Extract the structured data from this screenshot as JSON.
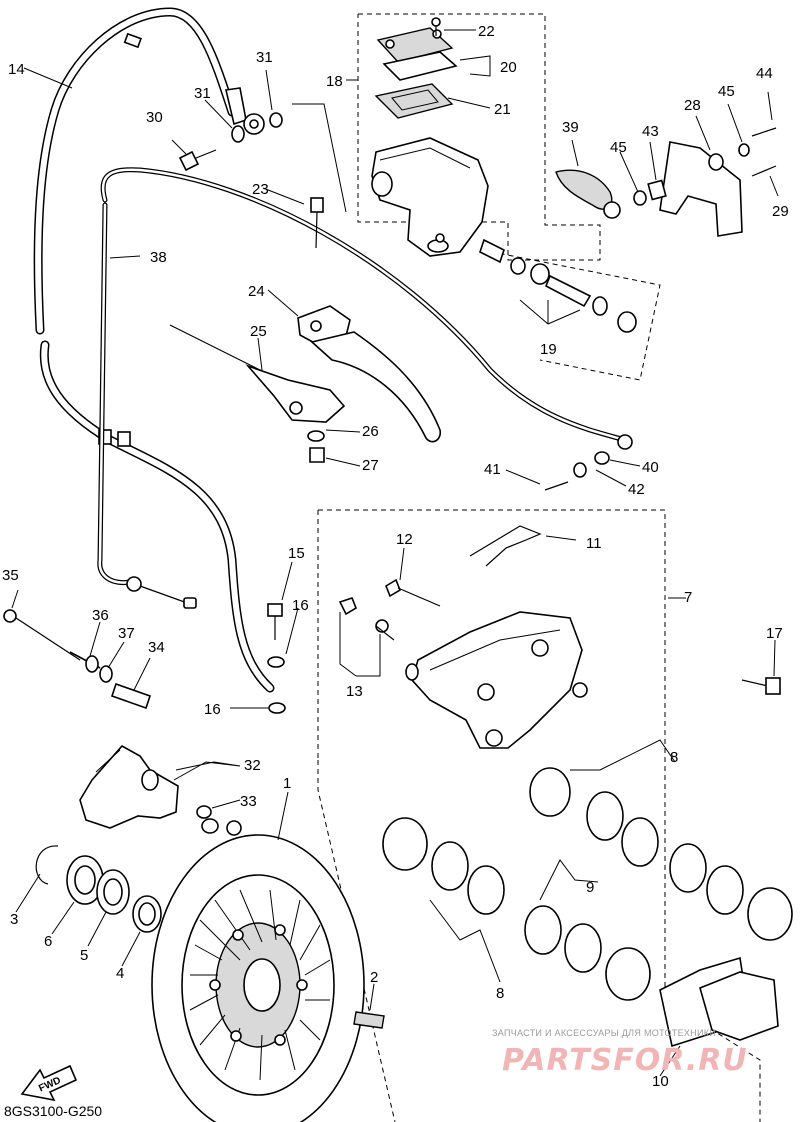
{
  "diagram_code": "8GS3100-G250",
  "fwd_label": "FWD",
  "watermark": {
    "line1": "ЗАПЧАСТИ И АКСЕССУАРЫ ДЛЯ МОТОТЕХНИКИ",
    "line2": "PARTSFOR.RU"
  },
  "callouts": {
    "c1": "1",
    "c2": "2",
    "c3": "3",
    "c4": "4",
    "c5": "5",
    "c6": "6",
    "c7": "7",
    "c8a": "8",
    "c8b": "8",
    "c9": "9",
    "c10": "10",
    "c11": "11",
    "c12": "12",
    "c13": "13",
    "c14": "14",
    "c15": "15",
    "c16a": "16",
    "c16b": "16",
    "c17": "17",
    "c18": "18",
    "c19": "19",
    "c20": "20",
    "c21": "21",
    "c22": "22",
    "c23": "23",
    "c24": "24",
    "c25": "25",
    "c26": "26",
    "c27": "27",
    "c28": "28",
    "c29": "29",
    "c30": "30",
    "c31a": "31",
    "c31b": "31",
    "c32": "32",
    "c33": "33",
    "c34": "34",
    "c35": "35",
    "c36": "36",
    "c37": "37",
    "c38": "38",
    "c39": "39",
    "c40": "40",
    "c41": "41",
    "c42": "42",
    "c43": "43",
    "c44": "44",
    "c45a": "45",
    "c45b": "45"
  }
}
